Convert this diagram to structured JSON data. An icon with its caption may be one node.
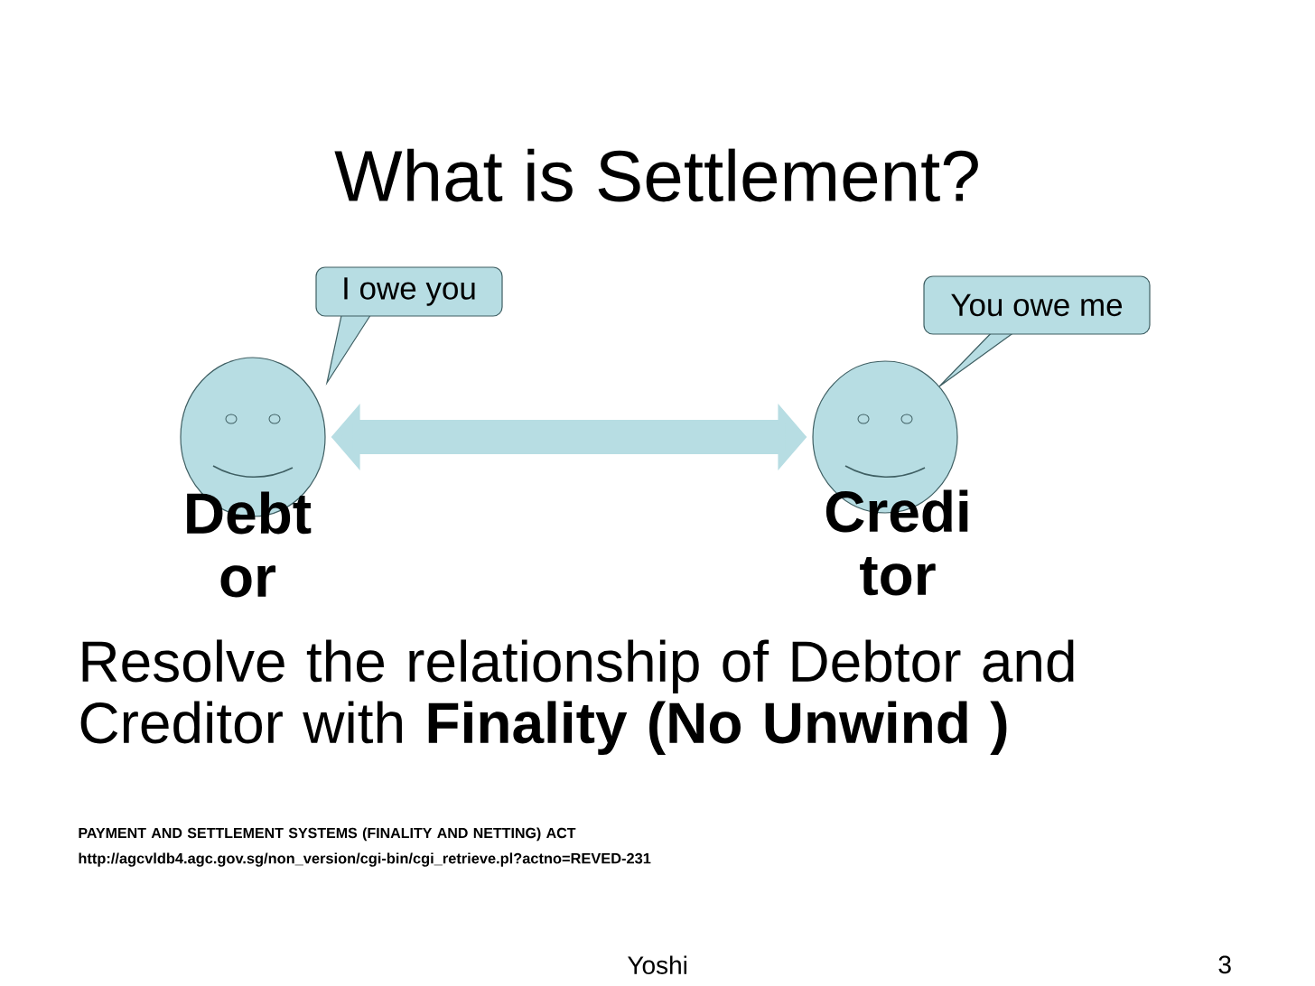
{
  "diagram": {
    "title": "What is Settlement?",
    "nodes": [
      {
        "text": [
          "I owe you"
        ]
      },
      {
        "text": [
          "You owe me"
        ]
      },
      {
        "text": [
          "Debt or"
        ]
      },
      {
        "text": [
          "Credi tor"
        ]
      }
    ],
    "edges": [
      {
        "from": 2,
        "to": 3,
        "arrow": "both"
      }
    ],
    "labels": [
      "Resolve the relationship of Debtor and Creditor with **Finality (No Unwind )**",
      "PAYMENT AND SETTLEMENT SYSTEMS (FINALITY AND NETTING) ACT",
      "http://agcvldb4.agc.gov.sg/non_version/cgi-bin/cgi_retrieve.pl?actno=REVED-231",
      "Yoshi",
      "3"
    ]
  }
}
